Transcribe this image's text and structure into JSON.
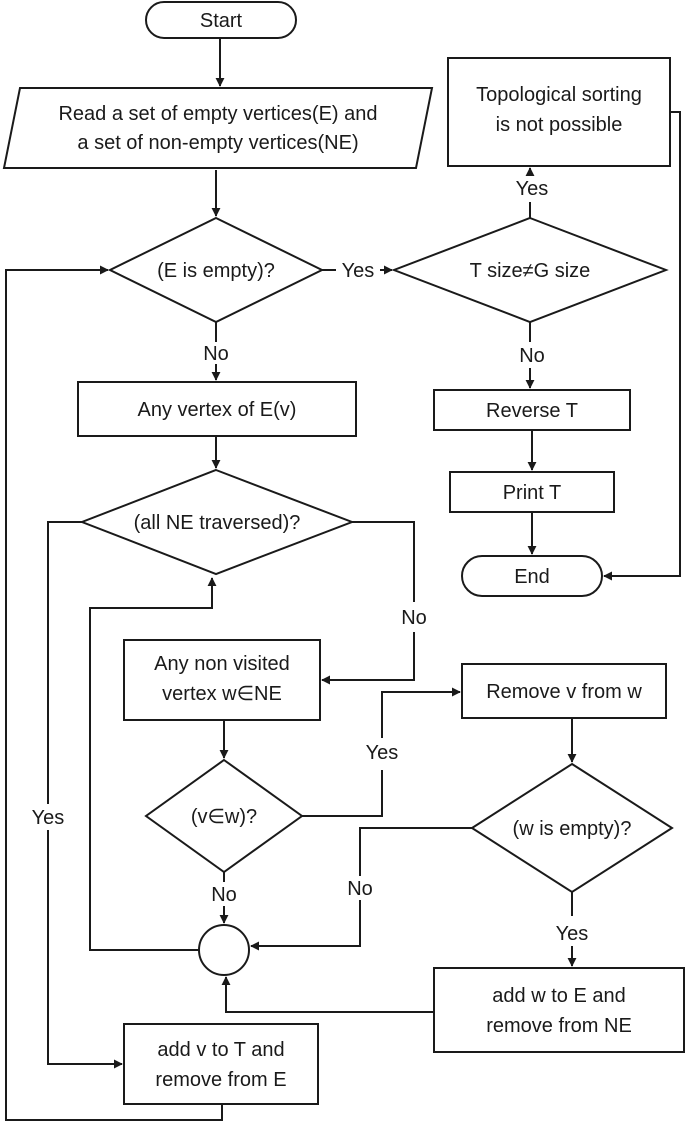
{
  "nodes": {
    "start": "Start",
    "read_line1": "Read a set of empty vertices(E) and",
    "read_line2": "a set of non-empty vertices(NE)",
    "e_empty": "(E is empty)?",
    "any_vertex_e": "Any vertex of E(v)",
    "all_ne_traversed": "(all NE traversed)?",
    "any_non_visited_line1": "Any non visited",
    "any_non_visited_line2": "vertex w∈NE",
    "v_in_w": "(v∈w)?",
    "add_v_line1": "add v to T and",
    "add_v_line2": "remove from E",
    "remove_v": "Remove v from w",
    "w_empty": "(w is empty)?",
    "add_w_line1": "add w to E and",
    "add_w_line2": "remove from NE",
    "t_size": "T size≠G size",
    "not_possible_line1": "Topological sorting",
    "not_possible_line2": "is not possible",
    "reverse_t": "Reverse T",
    "print_t": "Print T",
    "end": "End"
  },
  "edge_labels": {
    "e_empty_yes": "Yes",
    "e_empty_no": "No",
    "tsize_yes": "Yes",
    "tsize_no": "No",
    "all_ne_no": "No",
    "all_ne_yes": "Yes",
    "v_in_w_yes": "Yes",
    "v_in_w_no": "No",
    "w_empty_no": "No",
    "w_empty_yes": "Yes"
  }
}
